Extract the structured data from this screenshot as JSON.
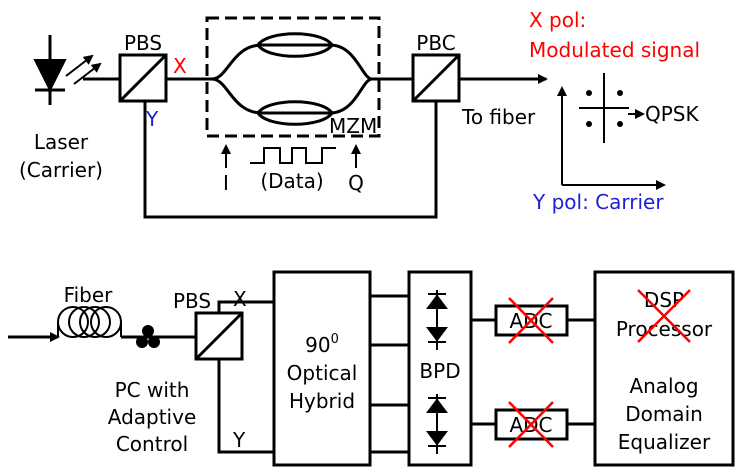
{
  "colors": {
    "line": "#000000",
    "red": "#ff0000",
    "blue": "#1f1fd6"
  },
  "top": {
    "laser_label": "Laser",
    "carrier_label": "(Carrier)",
    "pbs_label": "PBS",
    "x_label": "X",
    "y_label": "Y",
    "mzm_label": "MZM",
    "i_label": "I",
    "data_label": "(Data)",
    "q_label": "Q",
    "pbc_label": "PBC",
    "to_fiber_label": "To fiber",
    "xpol_label": "X pol:",
    "modulated_label": "Modulated signal",
    "qpsk_label": "QPSK",
    "ypol_label": "Y pol: Carrier"
  },
  "bottom": {
    "fiber_label": "Fiber",
    "pbs_label": "PBS",
    "x_label": "X",
    "y_label": "Y",
    "pc_label_1": "PC with",
    "pc_label_2": "Adaptive",
    "pc_label_3": "Control",
    "hybrid_label_1": "90",
    "hybrid_label_1_sup": "0",
    "hybrid_label_2": "Optical",
    "hybrid_label_3": "Hybrid",
    "bpd_label": "BPD",
    "adc_label": "ADC",
    "dsp_label_1": "DSP",
    "dsp_label_2": "Processor",
    "analog_label_1": "Analog",
    "analog_label_2": "Domain",
    "analog_label_3": "Equalizer"
  }
}
